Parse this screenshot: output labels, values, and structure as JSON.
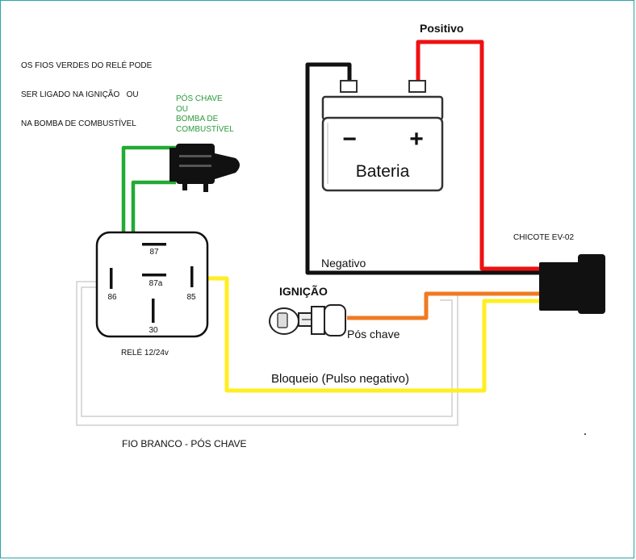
{
  "notes": {
    "top_left": [
      "OS FIOS VERDES DO RELÉ PODE",
      "SER LIGADO NA IGNIÇÃO   OU",
      "NA BOMBA DE COMBUSTÍVEL"
    ],
    "green_label": [
      "PÓS CHAVE",
      "OU",
      "BOMBA DE",
      "COMBUSTÍVEL"
    ],
    "bottom_label": "FIO BRANCO  -  PÓS CHAVE"
  },
  "battery": {
    "minus": "−",
    "plus": "+",
    "label": "Bateria",
    "positive_wire": "Positivo",
    "negative_wire": "Negativo"
  },
  "relay": {
    "pins": [
      "87",
      "87a",
      "86",
      "85",
      "30"
    ],
    "label": "RELÉ 12/24v"
  },
  "harness": {
    "label": "CHICOTE EV-02"
  },
  "ignition": {
    "title": "IGNIÇÃO",
    "pos_chave": "Pós chave"
  },
  "block_wire": {
    "label": "Bloqueio (Pulso negativo)"
  },
  "colors": {
    "positive": "#ee1111",
    "negative": "#111111",
    "green": "#22aa33",
    "yellow": "#ffee22",
    "orange": "#f07a22",
    "white_wire": "#cfcfcf",
    "green_text": "#2a9a3a"
  }
}
